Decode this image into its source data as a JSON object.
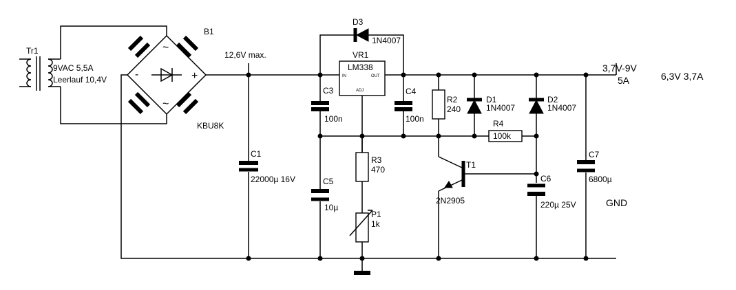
{
  "transformer": {
    "name": "Tr1",
    "rating": "9VAC 5,5A",
    "noload": "Leerlauf 10,4V"
  },
  "bridge": {
    "name": "B1",
    "type": "KBU8K",
    "plus": "+",
    "minus": "-",
    "ac1": "~",
    "ac2": "~"
  },
  "input_voltage": "12,6V max.",
  "regulator": {
    "name": "VR1",
    "type": "LM338",
    "pin_in": "IN",
    "pin_out": "OUT",
    "pin_adj": "ADJ"
  },
  "d3": {
    "name": "D3",
    "type": "1N4007"
  },
  "c1": {
    "name": "C1",
    "value": "22000µ 16V"
  },
  "c3": {
    "name": "C3",
    "value": "100n"
  },
  "c4": {
    "name": "C4",
    "value": "100n"
  },
  "c5": {
    "name": "C5",
    "value": "10µ"
  },
  "r2": {
    "name": "R2",
    "value": "240"
  },
  "r3": {
    "name": "R3",
    "value": "470"
  },
  "r4": {
    "name": "R4",
    "value": "100k"
  },
  "p1": {
    "name": "P1",
    "value": "1k"
  },
  "d1": {
    "name": "D1",
    "type": "1N4007"
  },
  "d2": {
    "name": "D2",
    "type": "1N4007"
  },
  "t1": {
    "name": "T1",
    "type": "2N2905"
  },
  "c6": {
    "name": "C6",
    "value": "220µ 25V"
  },
  "c7": {
    "name": "C7",
    "value": "6800µ"
  },
  "output": {
    "voltage": "3,7V-9V",
    "current": "5A",
    "alt_rating": "6,3V 3,7A"
  },
  "gnd_label": "GND"
}
